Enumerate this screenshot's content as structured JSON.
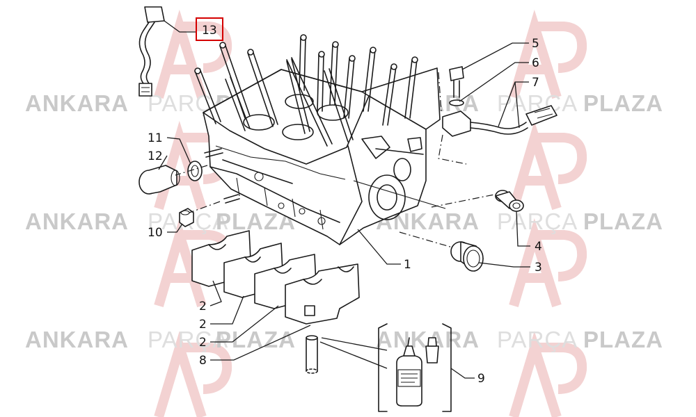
{
  "watermark": {
    "brand_a": "ANKARA",
    "brand_b": "PARÇA",
    "brand_c": "PLAZA",
    "color_dark": "#c9c9c9",
    "color_light": "#dedede",
    "logo_color": "#f3d2d2"
  },
  "diagram": {
    "highlight_color": "#d40000",
    "callouts": {
      "c1": "1",
      "c2a": "2",
      "c2b": "2",
      "c2c": "2",
      "c3": "3",
      "c4": "4",
      "c5": "5",
      "c6": "6",
      "c7": "7",
      "c8": "8",
      "c9": "9",
      "c10": "10",
      "c11": "11",
      "c12": "12",
      "c13": "13"
    }
  }
}
